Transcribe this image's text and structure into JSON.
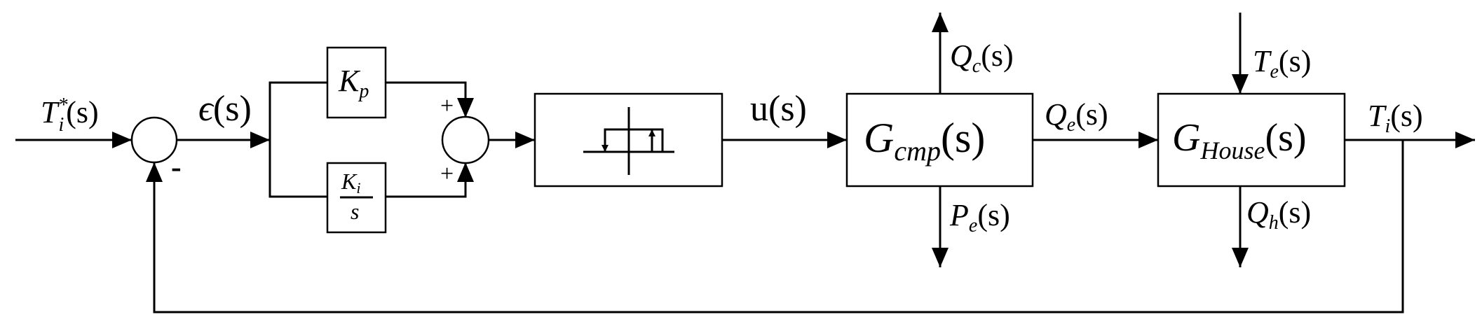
{
  "labels": {
    "reference": {
      "main": "T",
      "sub": "i",
      "sup": "*",
      "arg": "(s)"
    },
    "error": {
      "main": "ϵ",
      "arg": "(s)"
    },
    "kp": {
      "main": "K",
      "sub": "p"
    },
    "ki": {
      "num_main": "K",
      "num_sub": "i",
      "den": "s"
    },
    "sum1_minus": "-",
    "sum2_plus_top": "+",
    "sum2_plus_bottom": "+",
    "control": "u(s)",
    "gcmp": {
      "main": "G",
      "sub": "cmp",
      "arg": "(s)"
    },
    "qc": {
      "main": "Q",
      "sub": "c",
      "arg": "(s)"
    },
    "pe": {
      "main": "P",
      "sub": "e",
      "arg": "(s)"
    },
    "qe": {
      "main": "Q",
      "sub": "e",
      "arg": "(s)"
    },
    "te": {
      "main": "T",
      "sub": "e",
      "arg": "(s)"
    },
    "ghouse": {
      "main": "G",
      "sub": "House",
      "arg": "(s)"
    },
    "qh": {
      "main": "Q",
      "sub": "h",
      "arg": "(s)"
    },
    "output": {
      "main": "T",
      "sub": "i",
      "arg": "(s)"
    }
  },
  "icons": {
    "relay": "hysteresis-relay-icon"
  }
}
